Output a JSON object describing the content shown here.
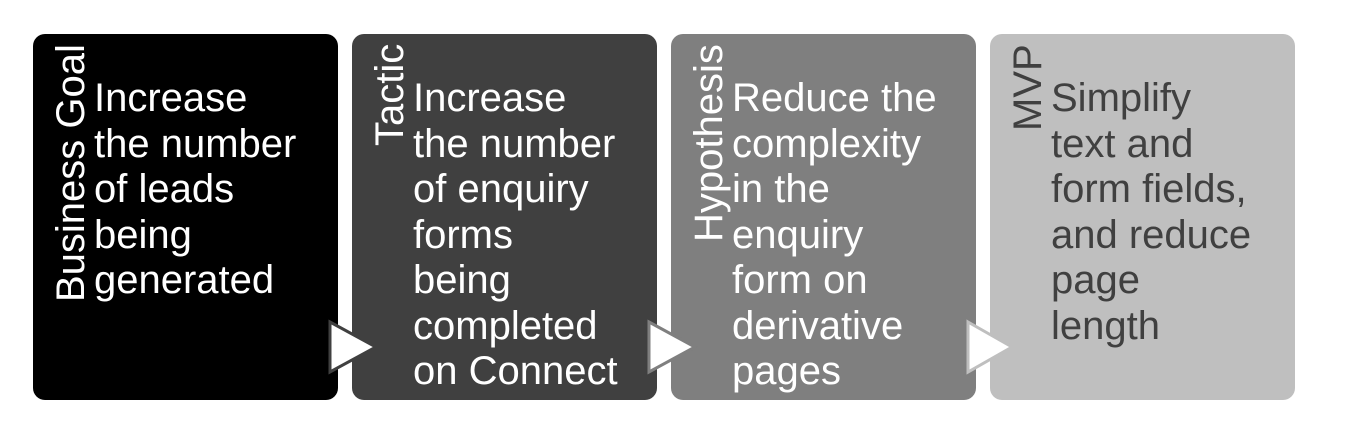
{
  "steps": [
    {
      "title": "Business Goal",
      "text": "Increase\nthe number\nof leads\nbeing\ngenerated",
      "fill": "#000000",
      "text_color": "#ffffff"
    },
    {
      "title": "Tactic",
      "text": "Increase\nthe number\nof enquiry\nforms\nbeing\ncompleted\non Connect",
      "fill": "#404040",
      "text_color": "#ffffff"
    },
    {
      "title": "Hypothesis",
      "text": "Reduce the\ncomplexity\nin the\nenquiry\nform on\nderivative\npages",
      "fill": "#7f7f7f",
      "text_color": "#ffffff"
    },
    {
      "title": "MVP",
      "text": "Simplify\ntext and\nform fields,\nand reduce\npage\nlength",
      "fill": "#bfbfbf",
      "text_color": "#404040"
    }
  ],
  "arrow": {
    "fill": "#ffffff"
  }
}
